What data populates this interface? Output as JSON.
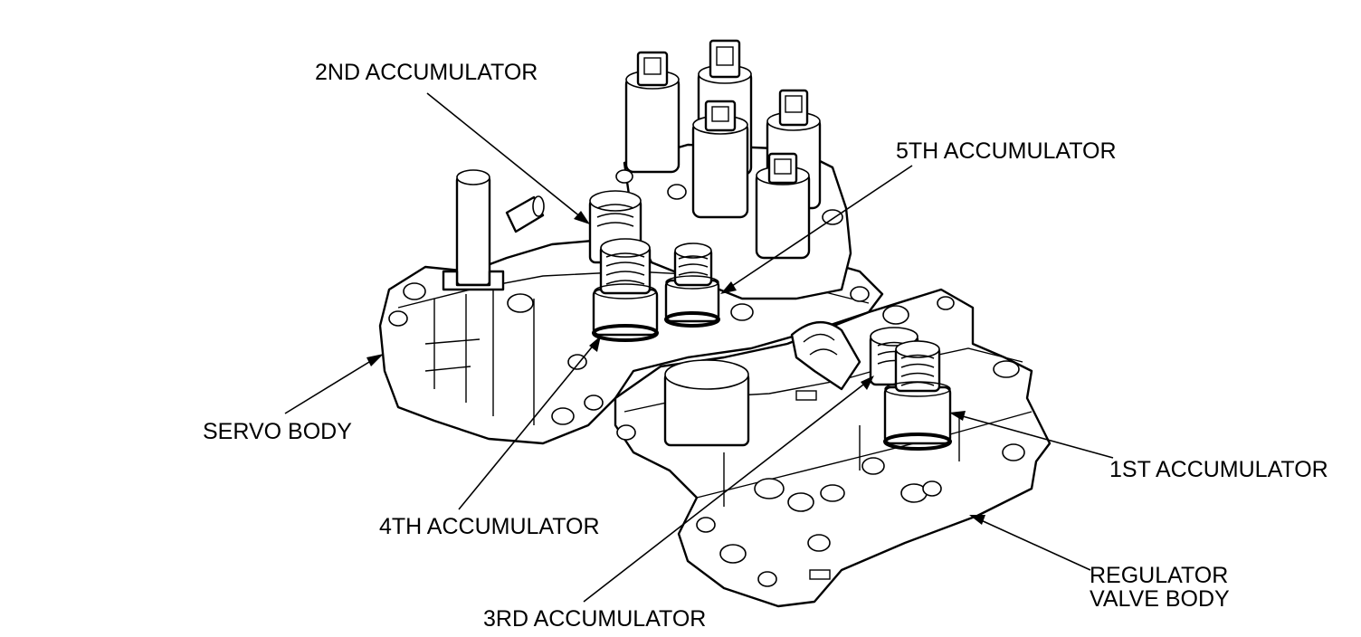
{
  "callouts": {
    "accumulator_2nd": "2ND ACCUMULATOR",
    "accumulator_5th": "5TH ACCUMULATOR",
    "servo_body": "SERVO BODY",
    "accumulator_1st": "1ST ACCUMULATOR",
    "accumulator_4th": "4TH ACCUMULATOR",
    "regulator_valve_body_line1": "REGULATOR",
    "regulator_valve_body_line2": "VALVE BODY",
    "accumulator_3rd": "3RD ACCUMULATOR"
  },
  "colors": {
    "ink": "#000000",
    "paper": "#ffffff"
  }
}
